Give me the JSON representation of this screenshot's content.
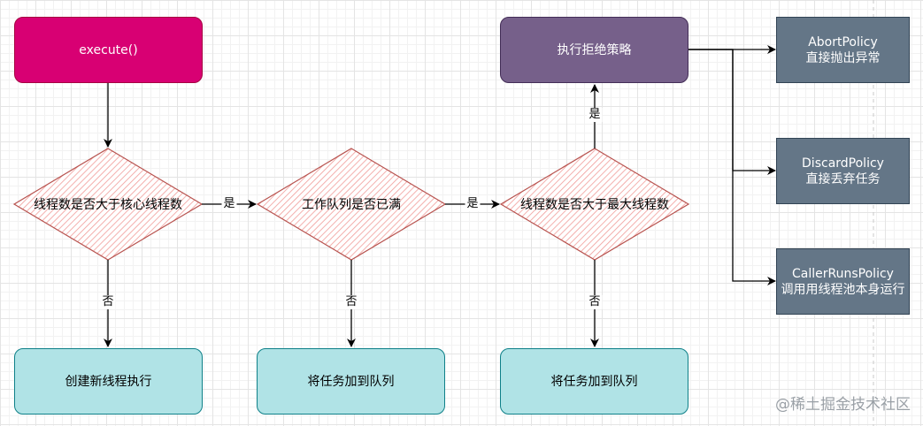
{
  "nodes": {
    "execute": "execute()",
    "reject": "执行拒绝策略",
    "decision_core": "线程数是否大于核心线程数",
    "decision_queue": "工作队列是否已满",
    "decision_max": "线程数是否大于最大线程数",
    "create_thread": "创建新线程执行",
    "add_queue_1": "将任务加到队列",
    "add_queue_2": "将任务加到队列"
  },
  "policies": [
    {
      "name": "AbortPolicy",
      "desc": "直接抛出异常"
    },
    {
      "name": "DiscardPolicy",
      "desc": "直接丢弃任务"
    },
    {
      "name": "CallerRunsPolicy",
      "desc": "调用用线程池本身运行"
    }
  ],
  "edge_labels": {
    "yes_core": "是",
    "yes_queue": "是",
    "yes_max": "是",
    "no_core": "否",
    "no_queue": "否",
    "no_max": "否"
  },
  "colors": {
    "execute": "#d80073",
    "reject": "#76608a",
    "teal": "#b0e3e6",
    "policy": "#647687",
    "decision_stroke": "#b85450",
    "decision_hatch": "#f19c99"
  },
  "watermark": "@稀土掘金技术社区"
}
